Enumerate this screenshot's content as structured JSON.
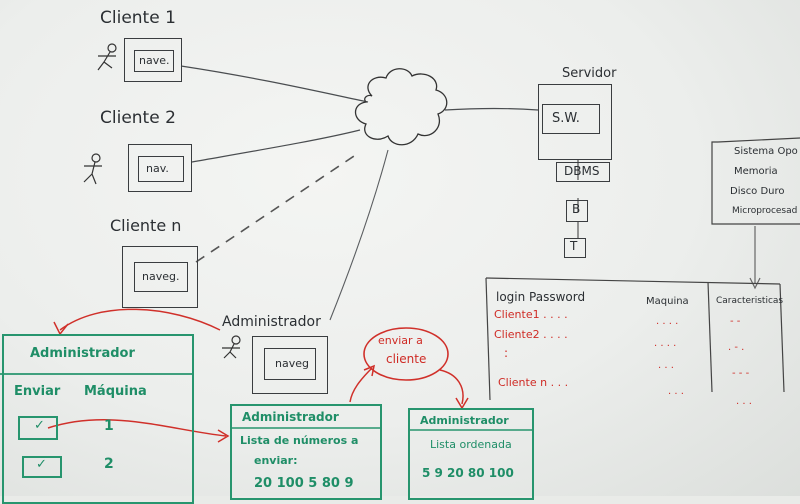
{
  "clients": {
    "c1": {
      "label": "Cliente 1",
      "app": "nave."
    },
    "c2": {
      "label": "Cliente 2",
      "app": "nav."
    },
    "cn": {
      "label": "Cliente n",
      "app": "naveg."
    }
  },
  "admin": {
    "label": "Administrador",
    "app": "naveg"
  },
  "server": {
    "label": "Servidor",
    "sw": "S.W.",
    "dbms": "DBMS",
    "b": "B",
    "t": "T"
  },
  "sistema": {
    "lines": [
      "Sistema Opo",
      "Memoria",
      "Disco Duro",
      "Microprocesad"
    ]
  },
  "table": {
    "headers": [
      "login Password",
      "Maquina",
      "Caracteristicas"
    ],
    "rows": [
      "Cliente1 . . . .",
      "Cliente2 . . . .",
      "Cliente n . . ."
    ],
    "dots": ":",
    "cell_dots": [
      ". . . .",
      ". . . .",
      ". . .",
      ". . .",
      "- -",
      ". - .",
      "- - -",
      ". . ."
    ]
  },
  "panel_main": {
    "title": "Administrador",
    "col1": "Enviar",
    "col2": "Máquina",
    "n1": "1",
    "n2": "2"
  },
  "panel_list": {
    "title": "Administrador",
    "line1": "Lista de números a",
    "line2": "enviar:",
    "numbers": "20  100 5  80 9"
  },
  "panel_sorted": {
    "title": "Administrador",
    "line1": "Lista ordenada",
    "numbers": "5  9  20  80 100"
  },
  "bubble": {
    "line1": "enviar a",
    "line2": "cliente"
  }
}
